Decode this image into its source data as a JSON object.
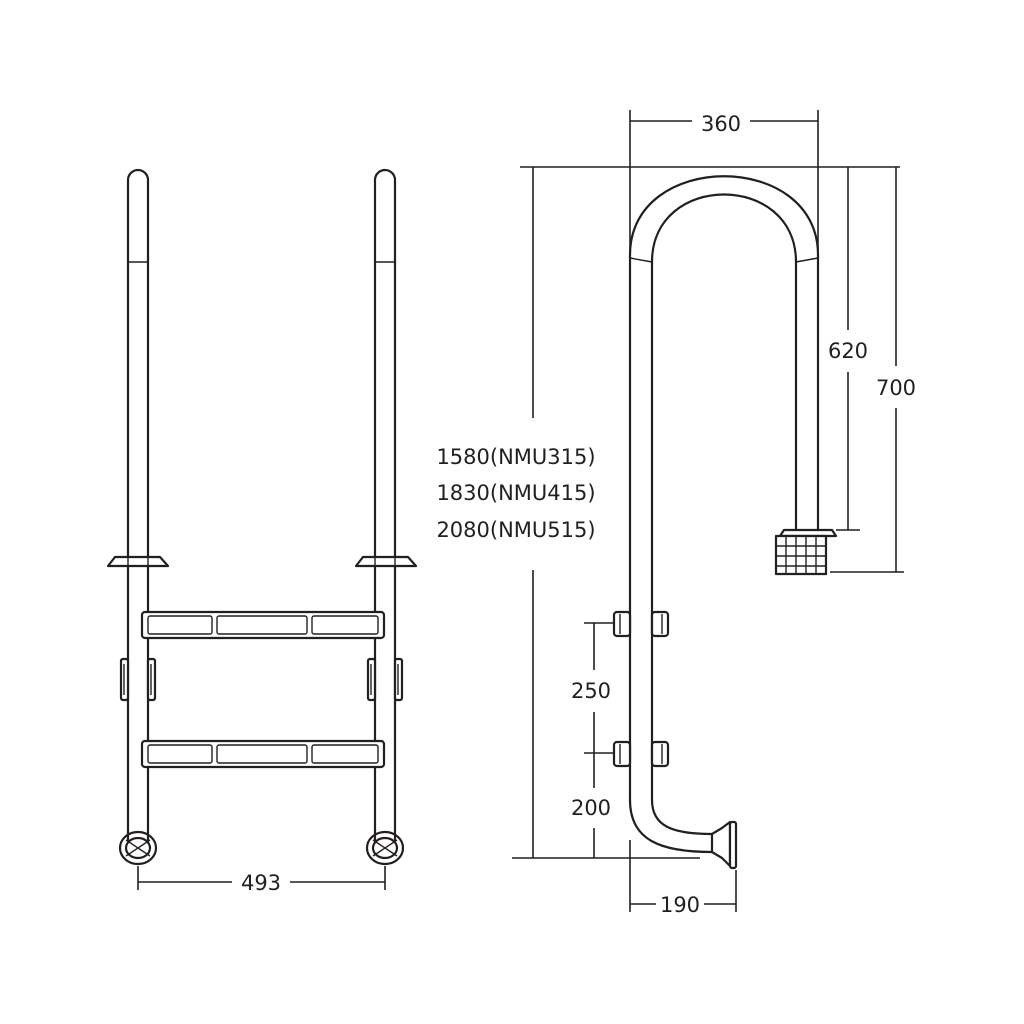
{
  "front_view": {
    "width_label": "493"
  },
  "side_view": {
    "top_width_label": "360",
    "height_labels": [
      "1580(NMU315)",
      "1830(NMU415)",
      "2080(NMU515)"
    ],
    "inner_drop_label": "620",
    "outer_drop_label": "700",
    "step_spacing_label": "250",
    "bottom_step_label": "200",
    "base_offset_label": "190"
  },
  "colors": {
    "line": "#231f20",
    "background": "#ffffff"
  }
}
